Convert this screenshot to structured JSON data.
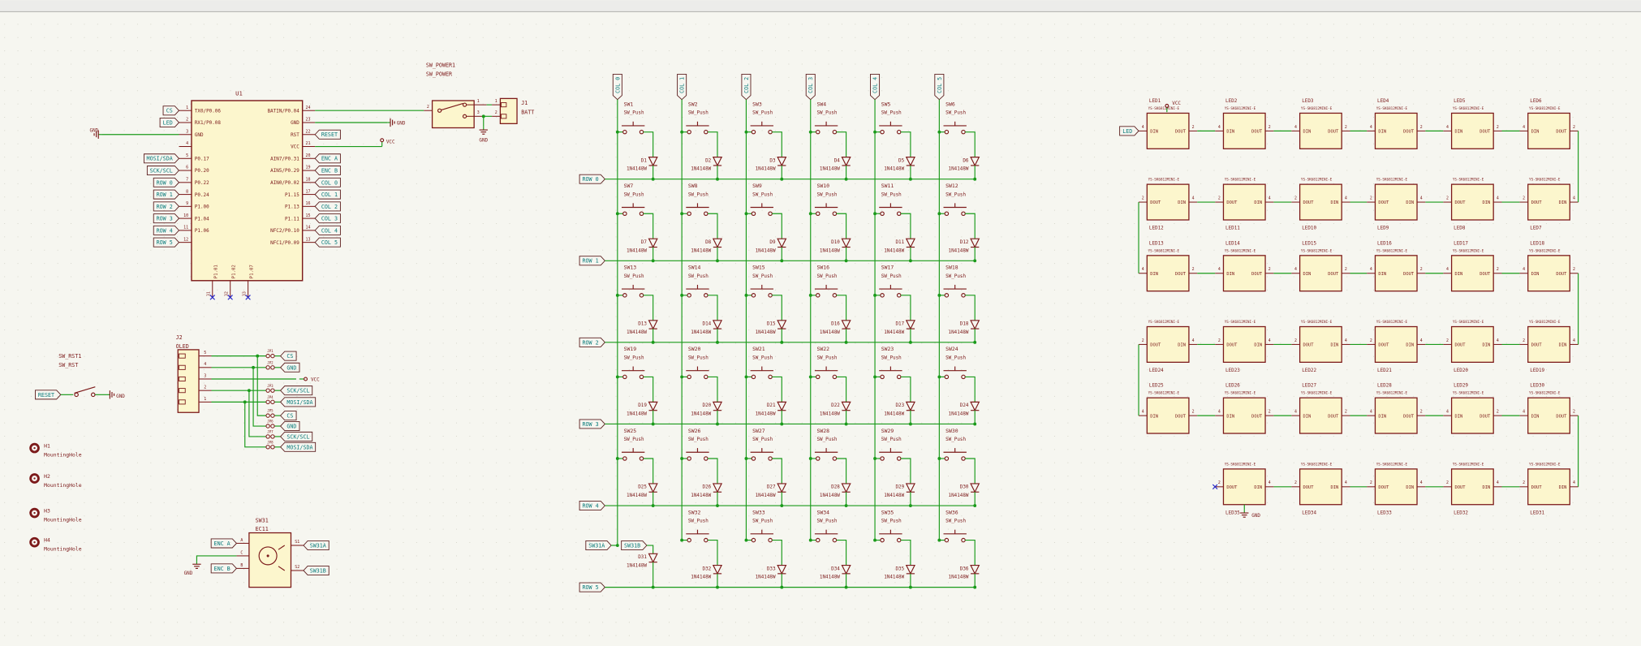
{
  "app": {
    "name": "schematic-editor"
  },
  "colors": {
    "sheet": "#f6f6f0",
    "strip": "#ececea",
    "strip_border": "#b0b0ac",
    "grid": "#d8d8cc",
    "wire": "#1a9a1a",
    "component": "#7c1a1a",
    "fill": "#fcf6cd",
    "label": "#0c7c7c",
    "label_outline": "#5c1f1f",
    "noconnect": "#2222c8"
  },
  "power": {
    "vcc": "VCC",
    "gnd": "GND"
  },
  "u1": {
    "ref": "U1",
    "left_pins": [
      {
        "num": "1",
        "name": "TX0/P0.06",
        "label": "CS"
      },
      {
        "num": "2",
        "name": "RX1/P0.08",
        "label": "LED"
      },
      {
        "num": "3",
        "name": "GND",
        "label": "GND",
        "power": true
      },
      {
        "num": "4",
        "name": "",
        "label": ""
      },
      {
        "num": "5",
        "name": "P0.17",
        "label": "MOSI/SDA"
      },
      {
        "num": "6",
        "name": "P0.20",
        "label": "SCK/SCL"
      },
      {
        "num": "7",
        "name": "P0.22",
        "label": "ROW 0"
      },
      {
        "num": "8",
        "name": "P0.24",
        "label": "ROW 1"
      },
      {
        "num": "9",
        "name": "P1.00",
        "label": "ROW 2"
      },
      {
        "num": "10",
        "name": "P1.04",
        "label": "ROW 3"
      },
      {
        "num": "11",
        "name": "P1.06",
        "label": "ROW 4"
      },
      {
        "num": "12",
        "name": "",
        "label": "ROW 5"
      }
    ],
    "right_pins": [
      {
        "num": "24",
        "name": "BATIN/P0.04",
        "label": ""
      },
      {
        "num": "23",
        "name": "GND",
        "label": "GND",
        "power": true
      },
      {
        "num": "22",
        "name": "RST",
        "label": "RESET"
      },
      {
        "num": "21",
        "name": "VCC",
        "label": "VCC",
        "power": true
      },
      {
        "num": "20",
        "name": "AIN7/P0.31",
        "label": "ENC A"
      },
      {
        "num": "19",
        "name": "AIN5/P0.29",
        "label": "ENC B"
      },
      {
        "num": "18",
        "name": "AIN0/P0.02",
        "label": "COL 0"
      },
      {
        "num": "17",
        "name": "P1.15",
        "label": "COL 1"
      },
      {
        "num": "16",
        "name": "P1.13",
        "label": "COL 2"
      },
      {
        "num": "15",
        "name": "P1.11",
        "label": "COL 3"
      },
      {
        "num": "14",
        "name": "NFC2/P0.10",
        "label": "COL 4"
      },
      {
        "num": "13",
        "name": "NFC1/P0.09",
        "label": "COL 5"
      }
    ],
    "bottom_pins": [
      {
        "num": "31",
        "name": "P1.01"
      },
      {
        "num": "32",
        "name": "P1.02"
      },
      {
        "num": "33",
        "name": "P1.07"
      }
    ]
  },
  "power_switch": {
    "ref": "SW_POWER1",
    "value": "SW_POWER",
    "pin_nums": [
      "2",
      "1",
      "3"
    ]
  },
  "battery": {
    "ref": "J1",
    "value": "BATT",
    "pin_nums": [
      "1",
      "2"
    ]
  },
  "oled": {
    "ref": "J2",
    "value": "OLED",
    "pin_nums": [
      "5",
      "4",
      "3",
      "2",
      "1"
    ],
    "jumpers_top": [
      {
        "ref": "JP1",
        "label": "CS"
      },
      {
        "ref": "JP2",
        "label": "GND"
      },
      {
        "ref": "",
        "label": "VCC",
        "power": true
      },
      {
        "ref": "JP3",
        "label": "SCK/SCL"
      },
      {
        "ref": "JP4",
        "label": "MOSI/SDA"
      }
    ],
    "jumpers_bottom": [
      {
        "ref": "JP5",
        "label": "CS"
      },
      {
        "ref": "JP6",
        "label": "GND"
      },
      {
        "ref": "JP7",
        "label": "SCK/SCL"
      },
      {
        "ref": "JP8",
        "label": "MOSI/SDA"
      }
    ]
  },
  "reset_switch": {
    "ref": "SW_RST1",
    "value": "SW_RST",
    "net": "RESET",
    "gnd": "GND"
  },
  "mounting_holes": [
    {
      "ref": "H1",
      "value": "MountingHole"
    },
    {
      "ref": "H2",
      "value": "MountingHole"
    },
    {
      "ref": "H3",
      "value": "MountingHole"
    },
    {
      "ref": "H4",
      "value": "MountingHole"
    }
  ],
  "encoder": {
    "ref": "SW31",
    "value": "EC11",
    "pin_letters": [
      "A",
      "C",
      "B"
    ],
    "sw_pins": [
      "S1",
      "S2"
    ],
    "labels_left": [
      "ENC A",
      "ENC B"
    ],
    "labels_right": [
      "SW31A",
      "SW31B"
    ],
    "gnd": "GND"
  },
  "matrix": {
    "col_labels": [
      "COL 0",
      "COL 1",
      "COL 2",
      "COL 3",
      "COL 4",
      "COL 5"
    ],
    "switch_value": "SW_Push",
    "diode_value": "1N4148W",
    "rows": [
      {
        "label": "ROW 0",
        "switches": [
          "SW1",
          "SW2",
          "SW3",
          "SW4",
          "SW5",
          "SW6"
        ],
        "diodes": [
          "D1",
          "D2",
          "D3",
          "D4",
          "D5",
          "D6"
        ]
      },
      {
        "label": "ROW 1",
        "switches": [
          "SW7",
          "SW8",
          "SW9",
          "SW10",
          "SW11",
          "SW12"
        ],
        "diodes": [
          "D7",
          "D8",
          "D9",
          "D10",
          "D11",
          "D12"
        ]
      },
      {
        "label": "ROW 2",
        "switches": [
          "SW13",
          "SW14",
          "SW15",
          "SW16",
          "SW17",
          "SW18"
        ],
        "diodes": [
          "D13",
          "D14",
          "D15",
          "D16",
          "D17",
          "D18"
        ]
      },
      {
        "label": "ROW 3",
        "switches": [
          "SW19",
          "SW20",
          "SW21",
          "SW22",
          "SW23",
          "SW24"
        ],
        "diodes": [
          "D19",
          "D20",
          "D21",
          "D22",
          "D23",
          "D24"
        ]
      },
      {
        "label": "ROW 4",
        "switches": [
          "SW25",
          "SW26",
          "SW27",
          "SW28",
          "SW29",
          "SW30"
        ],
        "diodes": [
          "D25",
          "D26",
          "D27",
          "D28",
          "D29",
          "D30"
        ]
      },
      {
        "label": "ROW 5",
        "switches": [
          null,
          "SW32",
          "SW33",
          "SW34",
          "SW35",
          "SW36"
        ],
        "diodes": [
          "D31",
          "D32",
          "D33",
          "D34",
          "D35",
          "D36"
        ],
        "encoder_labels": [
          "SW31A",
          "SW31B"
        ]
      }
    ]
  },
  "leds": {
    "value": "YS-SK6812MINI-E",
    "din_label": "DIN",
    "dout_label": "DOUT",
    "din_num": "4",
    "dout_num": "2",
    "input_label": "LED",
    "vcc": "VCC",
    "gnd": "GND",
    "rows": [
      {
        "flip": false,
        "refs": [
          "LED1",
          "LED2",
          "LED3",
          "LED4",
          "LED5",
          "LED6"
        ]
      },
      {
        "flip": true,
        "refs": [
          "LED12",
          "LED11",
          "LED10",
          "LED9",
          "LED8",
          "LED7"
        ]
      },
      {
        "flip": false,
        "refs": [
          "LED13",
          "LED14",
          "LED15",
          "LED16",
          "LED17",
          "LED18"
        ]
      },
      {
        "flip": true,
        "refs": [
          "LED24",
          "LED23",
          "LED22",
          "LED21",
          "LED20",
          "LED19"
        ]
      },
      {
        "flip": false,
        "refs": [
          "LED25",
          "LED26",
          "LED27",
          "LED28",
          "LED29",
          "LED30"
        ]
      },
      {
        "flip": true,
        "refs": [
          null,
          "LED35",
          "LED34",
          "LED33",
          "LED32",
          "LED31"
        ]
      }
    ]
  }
}
